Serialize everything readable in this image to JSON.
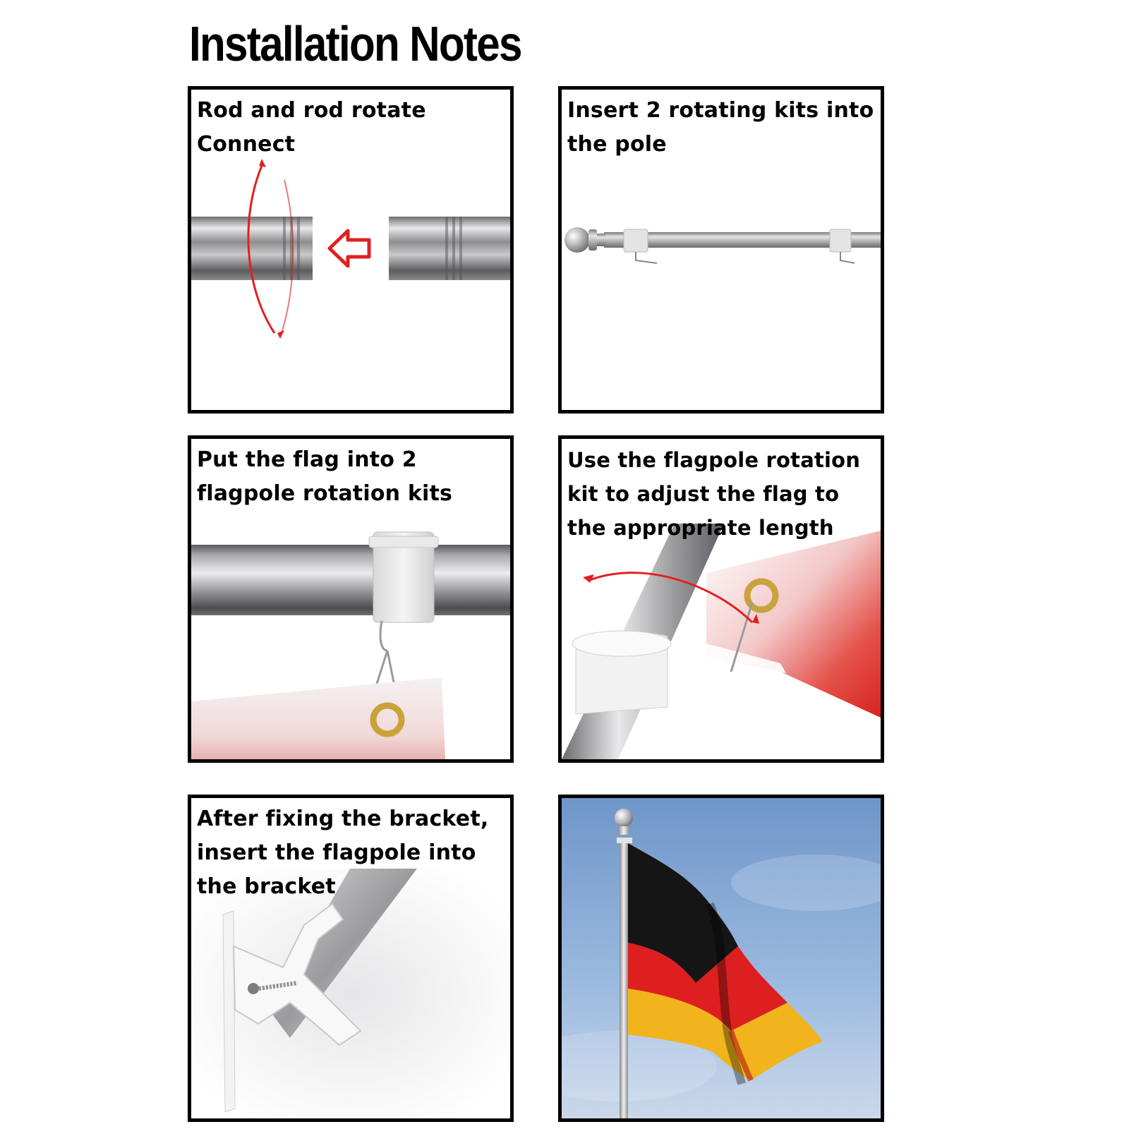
{
  "title": "Installation Notes",
  "steps": [
    {
      "caption": "Rod and rod rotate Connect",
      "icon": "rod-connect-illustration"
    },
    {
      "caption": "Insert 2 rotating kits into the pole",
      "icon": "pole-with-kits-illustration"
    },
    {
      "caption": "Put the flag into 2 flagpole rotation kits",
      "icon": "flag-clip-illustration"
    },
    {
      "caption": "Use the flagpole rotation kit to adjust the flag to the appropriate length",
      "icon": "rotation-adjust-illustration"
    },
    {
      "caption": "After fixing the bracket, insert the flagpole into  the bracket",
      "icon": "bracket-illustration"
    },
    {
      "caption": "",
      "icon": "german-flag-photo"
    }
  ],
  "colors": {
    "border": "#000000",
    "arrow_red": "#e02020",
    "steel": "#a9a9ab",
    "sky": "#8fb4dc",
    "flag_black": "#151515",
    "flag_red": "#dd1f1f",
    "flag_gold": "#f2b41c"
  }
}
